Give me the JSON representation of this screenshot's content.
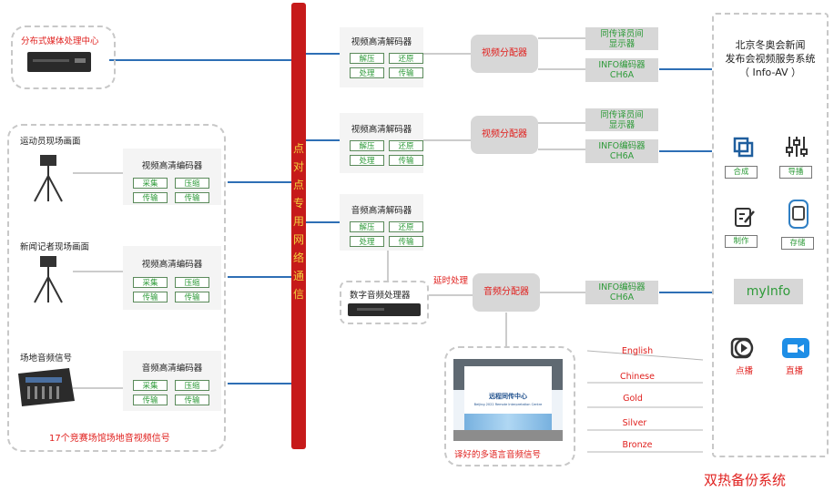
{
  "left": {
    "media_center": "分布式媒体处理中心",
    "athlete_view": "运动员现场画面",
    "reporter_view": "新闻记者现场画面",
    "venue_audio": "场地音频信号",
    "video_encoder_title": "视频高清编码器",
    "audio_encoder_title": "音频高清编码器",
    "tag_capture": "采集",
    "tag_compress": "压缩",
    "tag_transmit": "传输",
    "footer": "17个竞赛场馆场地音视频信号"
  },
  "network_bar": {
    "chars": [
      "点",
      "对",
      "点",
      "专",
      "用",
      "网",
      "络",
      "通",
      "信"
    ]
  },
  "middle": {
    "video_decoder_title": "视频高清解码器",
    "audio_decoder_title": "音频高清解码器",
    "tag_decompress": "解压",
    "tag_restore": "还原",
    "tag_process": "处理",
    "tag_transmit": "传输",
    "video_splitter": "视频分配器",
    "audio_splitter": "音频分配器",
    "delay_label": "延时处理",
    "dsp_title": "数字音频处理器",
    "translator_display": "同传译员间显示器",
    "info_encoder_line1": "INFO编码器",
    "info_encoder_line2": "CH6A",
    "interp_caption": "译好的多语言音频信号",
    "interp_sign_title": "远程同传中心",
    "interp_sign_sub": "Beijing 2022 Remote Interpretation Centre",
    "languages": [
      "English",
      "Chinese",
      "Gold",
      "Silver",
      "Bronze"
    ]
  },
  "right": {
    "title_line1": "北京冬奥会新闻",
    "title_line2": "发布会视频服务系统",
    "title_line3": "（ Info-AV ）",
    "services": [
      {
        "label": "合成",
        "icon": "compose-icon"
      },
      {
        "label": "导播",
        "icon": "mixer-icon"
      },
      {
        "label": "制作",
        "icon": "edit-icon"
      },
      {
        "label": "存储",
        "icon": "storage-icon"
      }
    ],
    "myinfo": "myInfo",
    "vod": "点播",
    "live": "直播",
    "footer": "双热备份系统"
  },
  "colors": {
    "accent_red": "#e0201e",
    "accent_green": "#2f9b3a",
    "link_blue": "#2e6fb5",
    "network_bar": "#c61a1a",
    "bar_text": "#f2d23c"
  }
}
